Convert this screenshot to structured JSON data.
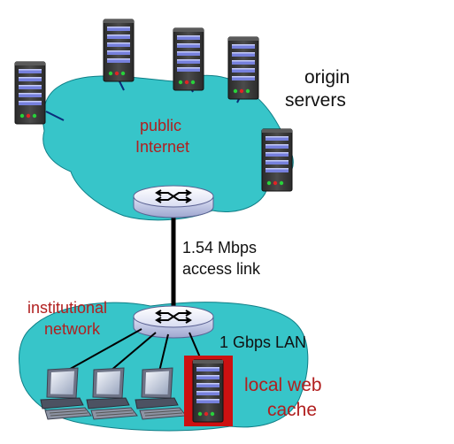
{
  "labels": {
    "origin_servers_line1": "origin",
    "origin_servers_line2": "servers",
    "public_internet_line1": "public",
    "public_internet_line2": "Internet",
    "access_link_line1": "1.54 Mbps",
    "access_link_line2": "access link",
    "institutional_line1": "institutional",
    "institutional_line2": "network",
    "lan": "1 Gbps LAN",
    "cache_line1": "local web",
    "cache_line2": "cache"
  },
  "colors": {
    "cloud_fill": "#37c5c9",
    "cloud_stroke": "#0f7e86",
    "link": "#000000",
    "server_body": "#3a3a3a",
    "server_bay": "#6f78d8",
    "cache_highlight": "#cc1111",
    "label_red": "#b11f1f"
  },
  "icons": {
    "server": "server-icon",
    "router": "router-icon",
    "workstation": "computer-icon"
  }
}
